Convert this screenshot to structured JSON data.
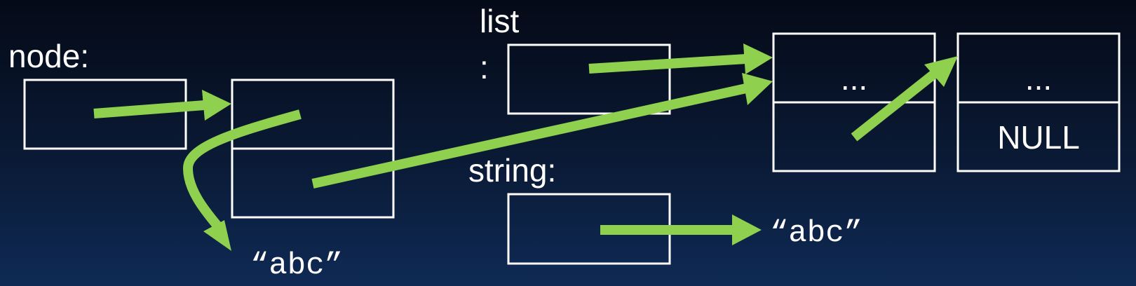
{
  "labels": {
    "node": "node:",
    "list_line1": "list",
    "list_line2": ":",
    "string": "string:"
  },
  "cells": {
    "list_node1_top": "...",
    "list_node2_top": "...",
    "list_node2_bottom": "NULL"
  },
  "strings": {
    "node_target": "“abc”",
    "string_target": "“abc”"
  },
  "colors": {
    "arrow": "#8fd14f",
    "box": "#ffffff",
    "text": "#ffffff"
  }
}
